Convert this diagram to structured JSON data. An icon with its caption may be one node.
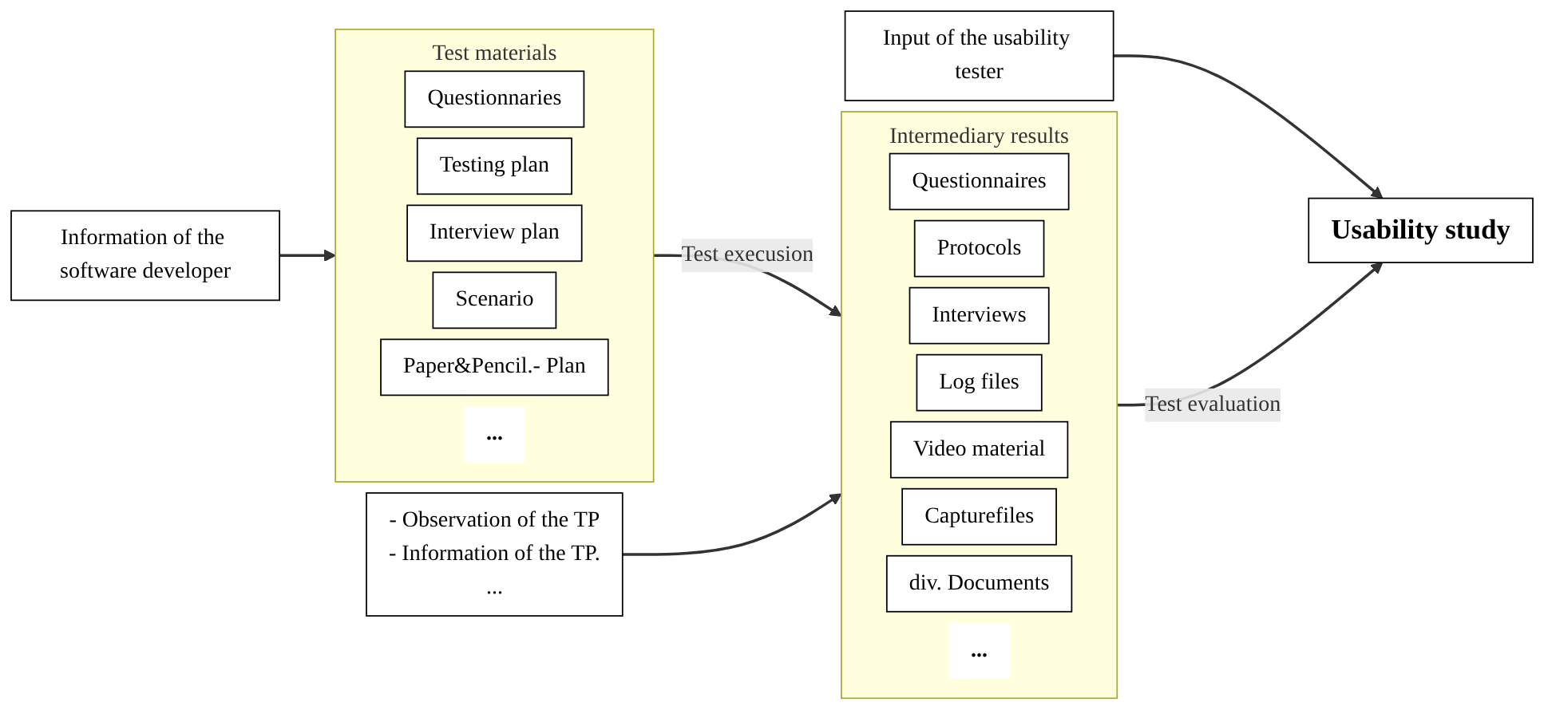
{
  "diagram": {
    "nodes": [
      {
        "text": [
          "Information of the software developer"
        ]
      },
      {
        "text": [
          "Test materials"
        ]
      },
      {
        "text": [
          "Questionnaries"
        ],
        "in": 1
      },
      {
        "text": [
          "Testing plan"
        ],
        "in": 1
      },
      {
        "text": [
          "Interview plan"
        ],
        "in": 1
      },
      {
        "text": [
          "Scenario"
        ],
        "in": 1
      },
      {
        "text": [
          "Paper&Pencil.- Plan"
        ],
        "in": 1
      },
      {
        "text": [
          "..."
        ],
        "in": 1
      },
      {
        "text": [
          "- Observation of the TP",
          "- Information of the TP.",
          "..."
        ]
      },
      {
        "text": [
          "Intermediary results"
        ]
      },
      {
        "text": [
          "Questionnaires"
        ],
        "in": 9
      },
      {
        "text": [
          "Protocols"
        ],
        "in": 9
      },
      {
        "text": [
          "Interviews"
        ],
        "in": 9
      },
      {
        "text": [
          "Log files"
        ],
        "in": 9
      },
      {
        "text": [
          "Video material"
        ],
        "in": 9
      },
      {
        "text": [
          "Capturefiles"
        ],
        "in": 9
      },
      {
        "text": [
          "div. Documents"
        ],
        "in": 9
      },
      {
        "text": [
          "..."
        ],
        "in": 9
      },
      {
        "text": [
          "Input of the usability tester"
        ]
      },
      {
        "text": [
          "Usability study"
        ]
      }
    ],
    "edges": [
      {
        "from": 0,
        "to": 1,
        "arrow": "to"
      },
      {
        "from": 1,
        "to": 9,
        "arrow": "to",
        "label": "Test execusion"
      },
      {
        "from": 8,
        "to": 9,
        "arrow": "to"
      },
      {
        "from": 9,
        "to": 19,
        "arrow": "to",
        "label": "Test evaluation"
      },
      {
        "from": 18,
        "to": 19,
        "arrow": "to"
      }
    ]
  }
}
